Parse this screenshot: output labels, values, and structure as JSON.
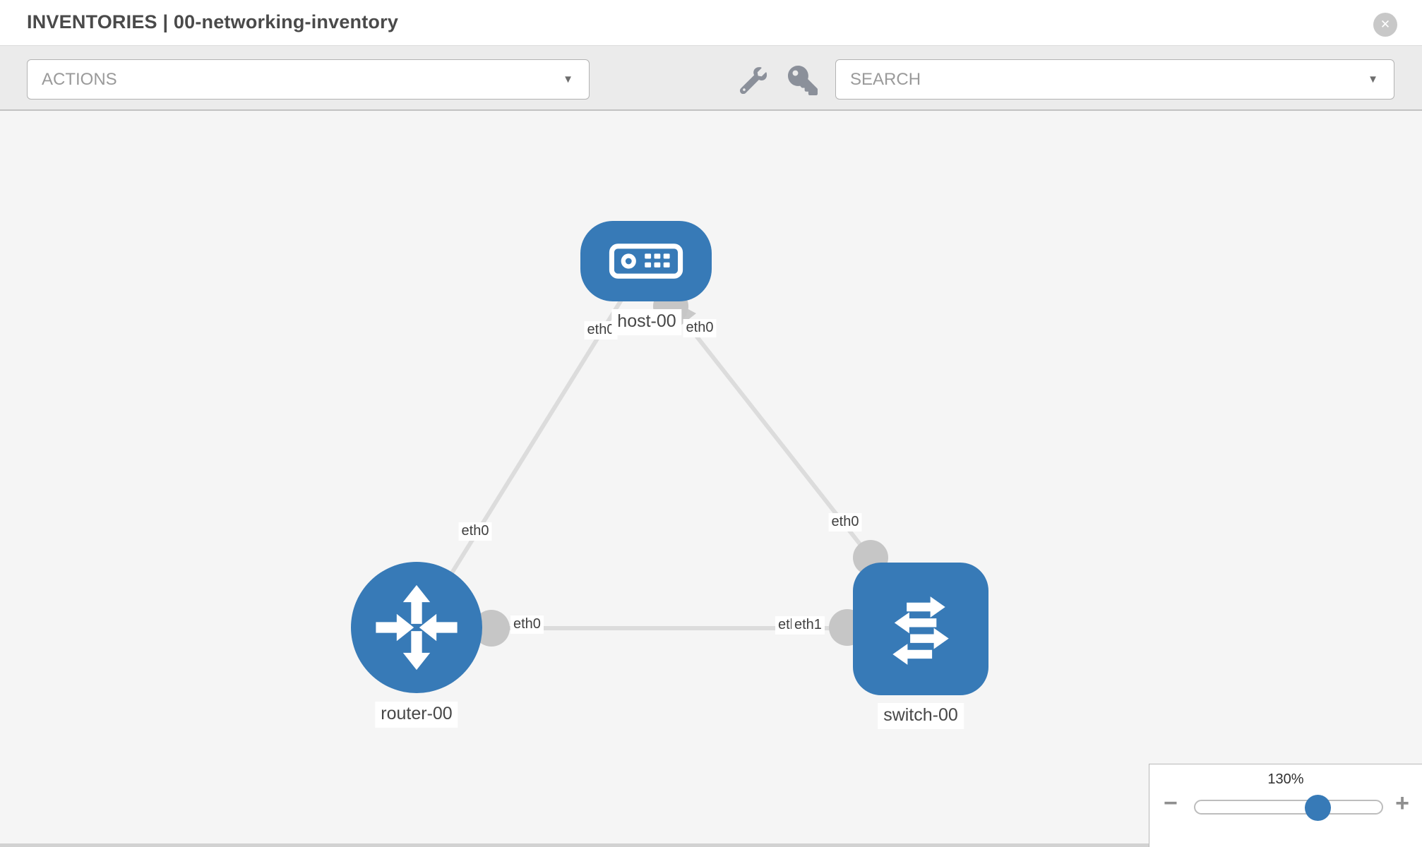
{
  "header": {
    "title": "INVENTORIES | 00-networking-inventory"
  },
  "window": {
    "close_glyph": "✕"
  },
  "toolbar": {
    "actions_label": "ACTIONS",
    "search_label": "SEARCH",
    "caret_glyph": "▼"
  },
  "topology": {
    "nodes": [
      {
        "id": "host-00",
        "type": "host",
        "label": "host-00"
      },
      {
        "id": "router-00",
        "type": "router",
        "label": "router-00"
      },
      {
        "id": "switch-00",
        "type": "switch",
        "label": "switch-00"
      }
    ],
    "links": [
      {
        "from": "host-00",
        "from_interface": "eth0",
        "to": "router-00",
        "to_interface": "eth0"
      },
      {
        "from": "host-00",
        "from_interface": "eth0",
        "to": "switch-00",
        "to_interface": "eth0"
      },
      {
        "from": "router-00",
        "from_interface": "eth0",
        "to": "switch-00",
        "to_interface": "eth1"
      }
    ],
    "interface_labels": {
      "host_left": "eth0",
      "host_right": "eth0",
      "router_uplink": "eth0",
      "router_right": "eth0",
      "switch_uplink": "eth0",
      "switch_left_hidden": "eth0",
      "switch_left": "eth1"
    }
  },
  "zoom_panel": {
    "level": "130%",
    "minus_glyph": "−",
    "plus_glyph": "+"
  },
  "colors": {
    "node_blue": "#377ab7",
    "link_grey": "#dcdcdc",
    "port_grey": "#c6c6c6",
    "canvas_bg": "#f5f5f5",
    "toolbar_bg": "#ebebeb"
  }
}
